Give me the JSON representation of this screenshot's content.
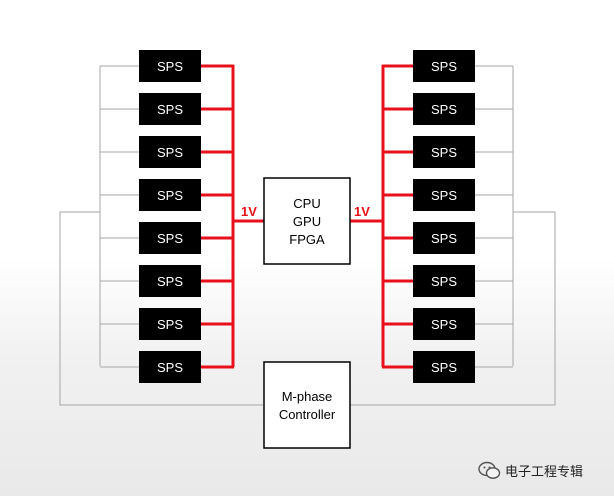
{
  "diagram": {
    "sps_label": "SPS",
    "left_sps_count": 8,
    "right_sps_count": 8,
    "left_voltage": "1V",
    "right_voltage": "1V",
    "processor_lines": [
      "CPU",
      "GPU",
      "FPGA"
    ],
    "controller_lines": [
      "M-phase",
      "Controller"
    ],
    "colors": {
      "power_rail": "#e8101a",
      "control_wire": "#a6a6a6",
      "sps_fill": "#000000",
      "sps_text": "#ffffff"
    }
  },
  "watermark": {
    "text": "电子工程专辑",
    "icon": "wechat-icon"
  }
}
